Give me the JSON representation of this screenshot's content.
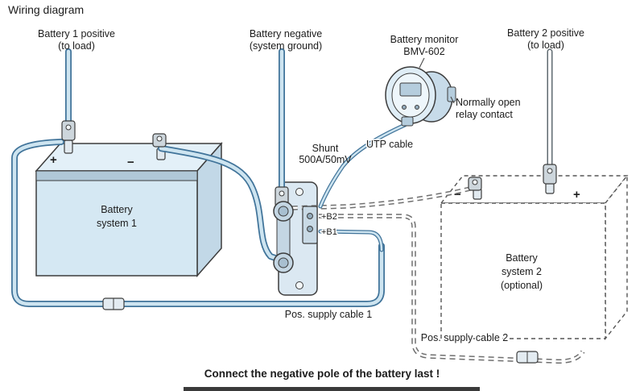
{
  "diagram": {
    "title": "Wiring diagram",
    "footer": "Connect the negative pole of the battery last !"
  },
  "labels": {
    "battery1_positive_line1": "Battery 1 positive",
    "battery1_positive_line2": "(to load)",
    "battery_negative_line1": "Battery negative",
    "battery_negative_line2": "(system ground)",
    "battery_monitor_line1": "Battery monitor",
    "battery_monitor_line2": "BMV-602",
    "battery2_positive_line1": "Battery 2 positive",
    "battery2_positive_line2": "(to load)",
    "relay_line1": "Normally open",
    "relay_line2": "relay contact",
    "shunt_line1": "Shunt",
    "shunt_line2": "500A/50mV",
    "utp_cable": "UTP cable",
    "terminal_b2": "+B2",
    "terminal_b1": "+B1",
    "battery_system1_line1": "Battery",
    "battery_system1_line2": "system 1",
    "battery_system2_line1": "Battery",
    "battery_system2_line2": "system 2",
    "battery_system2_line3": "(optional)",
    "pos_supply_cable1": "Pos. supply cable 1",
    "pos_supply_cable2": "Pos. supply cable 2",
    "battery1_plus": "+",
    "battery1_minus": "−",
    "battery2_minus": "−",
    "battery2_plus": "+"
  },
  "colors": {
    "cable_fill": "#cde4f0",
    "cable_outline": "#41749a",
    "battery_fill": "#d5e8f3",
    "battery_top_fill": "#e3f0f8",
    "battery_band": "#b0c8d8",
    "outline": "#3c3c3c",
    "text": "#1c1c1c",
    "background": "#ffffff"
  }
}
